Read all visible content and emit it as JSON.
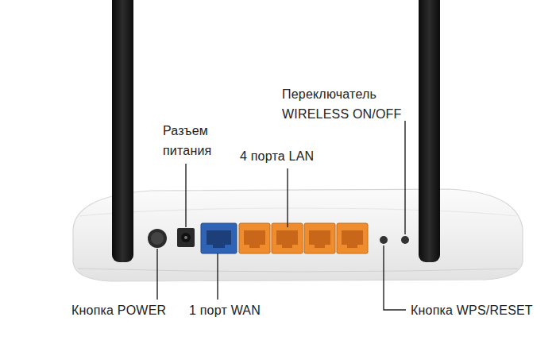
{
  "diagram": {
    "labels": [
      "Переключатель WIRELESS ON/OFF",
      "Разъем питания",
      "4 порта LAN",
      "Кнопка POWER",
      "1 порт WAN",
      "Кнопка WPS/RESET"
    ]
  }
}
